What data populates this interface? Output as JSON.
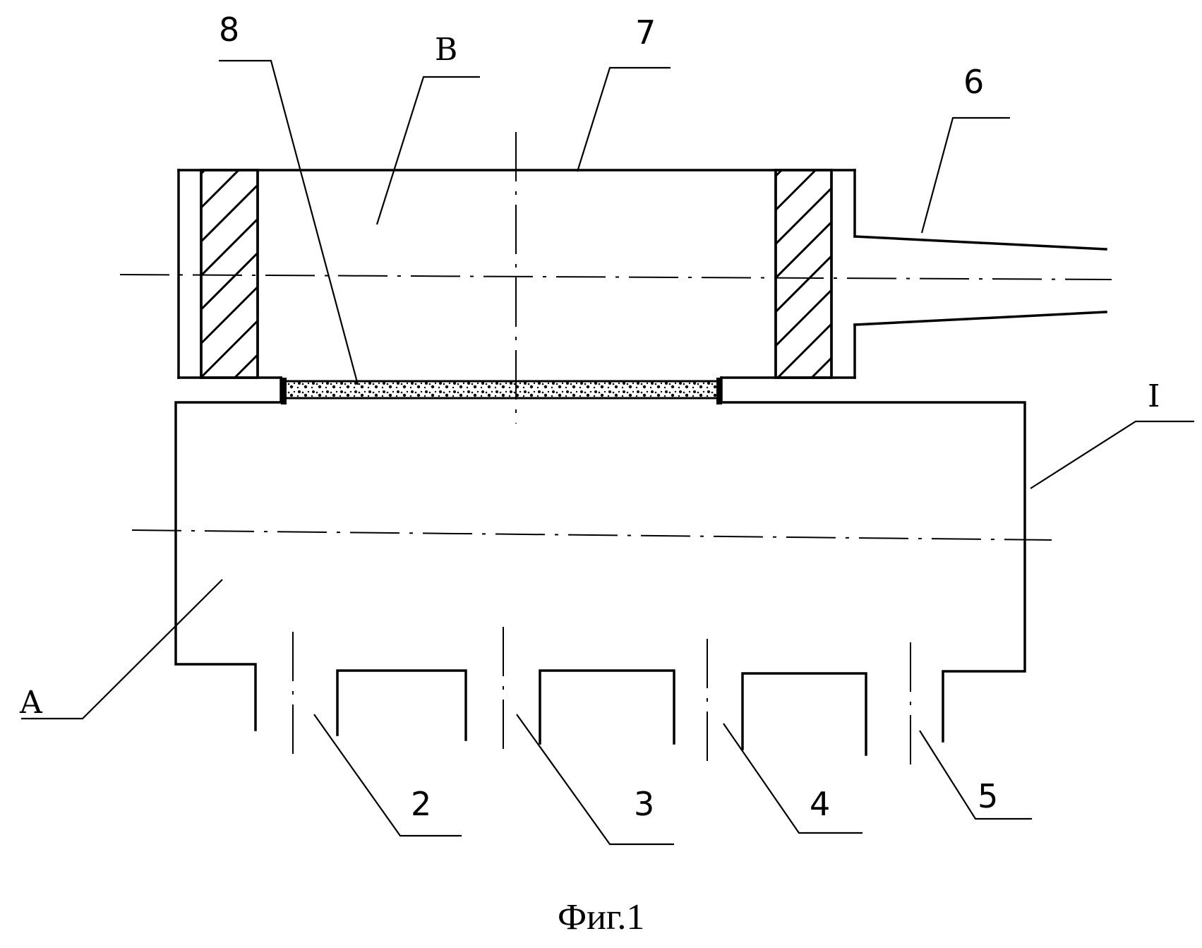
{
  "labels": {
    "l1": "I",
    "l2": "2",
    "l3": "3",
    "l4": "4",
    "l5": "5",
    "l6": "6",
    "l7": "7",
    "l8": "8",
    "A": "A",
    "B": "B"
  },
  "caption": "Фиг.1"
}
